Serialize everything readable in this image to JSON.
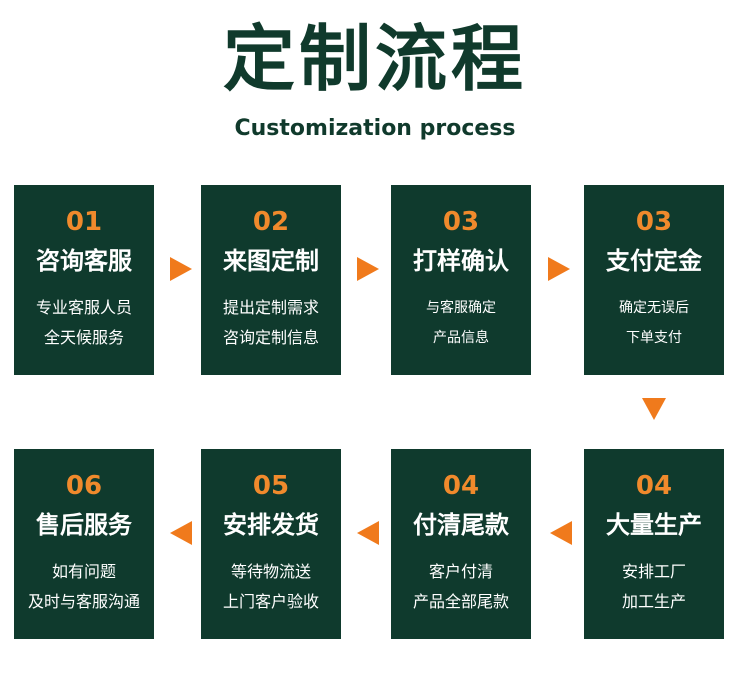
{
  "header": {
    "title": "定制流程",
    "subtitle": "Customization process"
  },
  "steps": [
    {
      "num": "01",
      "title": "咨询客服",
      "line1": "专业客服人员",
      "line2": "全天候服务"
    },
    {
      "num": "02",
      "title": "来图定制",
      "line1": "提出定制需求",
      "line2": "咨询定制信息"
    },
    {
      "num": "03",
      "title": "打样确认",
      "line1": "与客服确定",
      "line2": "产品信息"
    },
    {
      "num": "03",
      "title": "支付定金",
      "line1": "确定无误后",
      "line2": "下单支付"
    },
    {
      "num": "04",
      "title": "大量生产",
      "line1": "安排工厂",
      "line2": "加工生产"
    },
    {
      "num": "04",
      "title": "付清尾款",
      "line1": "客户付清",
      "line2": "产品全部尾款"
    },
    {
      "num": "05",
      "title": "安排发货",
      "line1": "等待物流送",
      "line2": "上门客户验收"
    },
    {
      "num": "06",
      "title": "售后服务",
      "line1": "如有问题",
      "line2": "及时与客服沟通"
    }
  ],
  "colors": {
    "card_bg": "#0f3a2d",
    "accent_orange": "#f08a2c",
    "title_green": "#103a2c",
    "text_white": "#ffffff"
  },
  "icons": {
    "arrow": "triangle-arrow-icon"
  }
}
